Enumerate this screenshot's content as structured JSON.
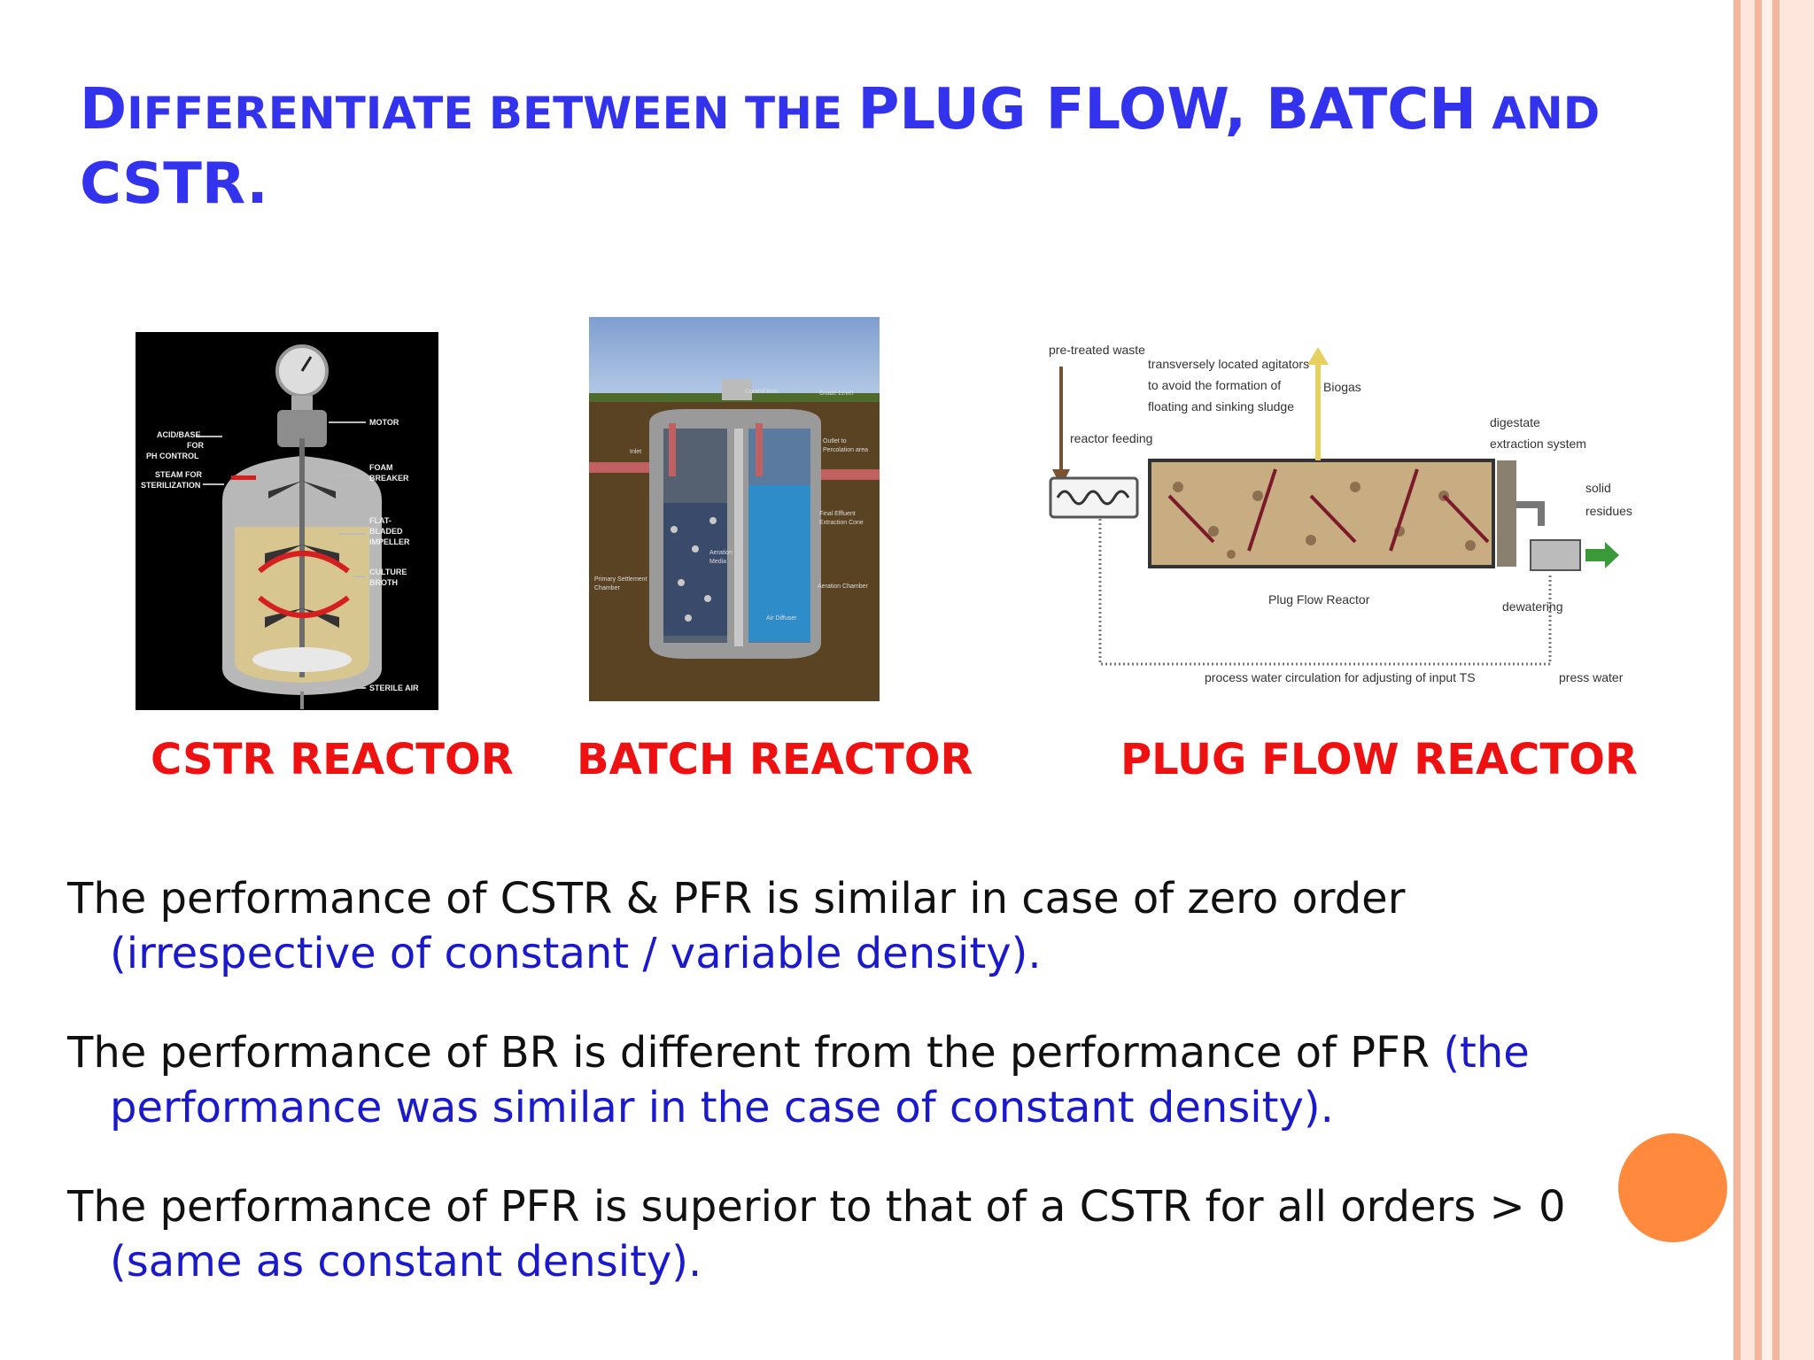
{
  "colors": {
    "title": "#3333ee",
    "caption": "#ee1111",
    "body": "#111111",
    "note": "#1a1acc",
    "accent": "#ff8a3d",
    "border": "#f4b59c"
  },
  "title": {
    "line1_big_d": "D",
    "line1_small_a": "IFFERENTIATE BETWEEN THE ",
    "line1_big": "PLUG FLOW, BATCH",
    "line1_small_b": " AND",
    "line2": "CSTR."
  },
  "figures": {
    "cstr": {
      "caption": "CSTR REACTOR",
      "labels": {
        "motor": "MOTOR",
        "acid1": "ACID/BASE",
        "acid2": "FOR",
        "acid3": "PH CONTROL",
        "steam1": "STEAM FOR",
        "steam2": "STERILIZATION",
        "foam1": "FOAM",
        "foam2": "BREAKER",
        "flat1": "FLAT-",
        "flat2": "BLADED",
        "flat3": "IMPELLER",
        "culture1": "CULTURE",
        "culture2": "BROTH",
        "air": "STERILE AIR"
      }
    },
    "batch": {
      "caption": "BATCH REACTOR",
      "labels": {
        "control": "Control Box",
        "grade": "Grade Level",
        "inlet": "Inlet",
        "soil1": "Outlet to",
        "soil2": "Percolation area",
        "final1": "Final Effluent",
        "final2": "Extraction Cone",
        "primary1": "Primary Settlement",
        "primary2": "Chamber",
        "aeration": "Aeration Chamber",
        "media1": "Aeration",
        "media2": "Media",
        "diffuser": "Air Diffuser"
      }
    },
    "pfr": {
      "caption": "PLUG FLOW REACTOR",
      "labels": {
        "pretreated": "pre-treated waste",
        "agit1": "transversely located agitators",
        "agit2": "to avoid the formation of",
        "agit3": "floating and sinking sludge",
        "biogas": "Biogas",
        "feeding": "reactor feeding",
        "dig1": "digestate",
        "dig2": "extraction system",
        "solid1": "solid",
        "solid2": "residues",
        "reactor": "Plug Flow Reactor",
        "dewatering": "dewatering",
        "process": "process water circulation for adjusting of input TS",
        "press": "press water"
      }
    }
  },
  "paragraphs": [
    {
      "main": "The performance of CSTR & PFR is  similar in case of zero order",
      "note": "(irrespective of constant / variable density)."
    },
    {
      "main": "The performance of BR is different from the performance of PFR ",
      "note_a": "(the",
      "note_b": "performance was similar in the case of constant density)."
    },
    {
      "main": "The performance of PFR is superior to that of a  CSTR for all orders > 0",
      "note": "(same as constant density)."
    }
  ]
}
